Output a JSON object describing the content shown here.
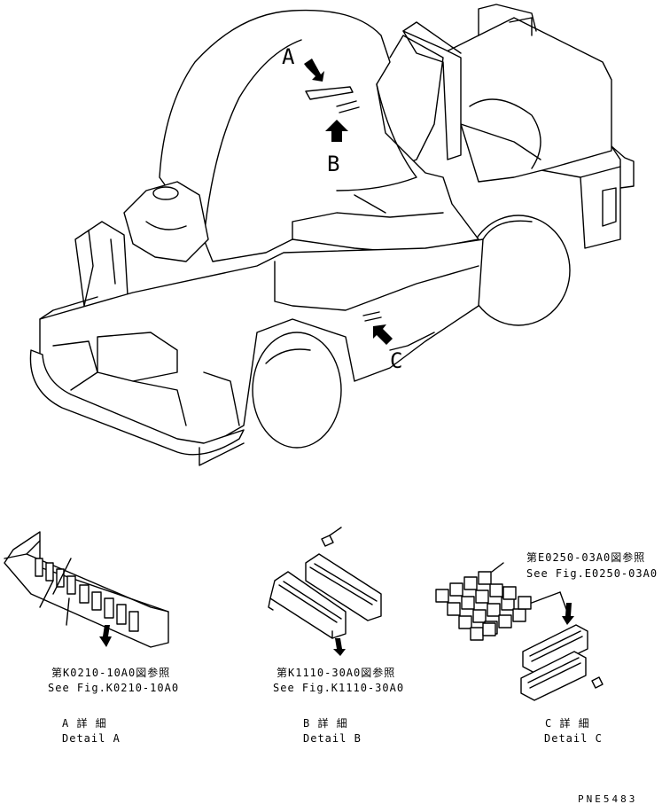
{
  "callouts": {
    "a": "A",
    "b": "B",
    "c": "C"
  },
  "details": {
    "a": {
      "ref_jp": "第K0210-10A0図参照",
      "ref_en": "See Fig.K0210-10A0",
      "title_jp": "A 詳 細",
      "title_en": "Detail A"
    },
    "b": {
      "ref_jp": "第K1110-30A0図参照",
      "ref_en": "See Fig.K1110-30A0",
      "title_jp": "B 詳 細",
      "title_en": "Detail B"
    },
    "c": {
      "ref_jp": "第E0250-03A0図参照",
      "ref_en": "See Fig.E0250-03A0",
      "title_jp": "C 詳 細",
      "title_en": "Detail C"
    }
  },
  "drawing_code": "PNE5483"
}
